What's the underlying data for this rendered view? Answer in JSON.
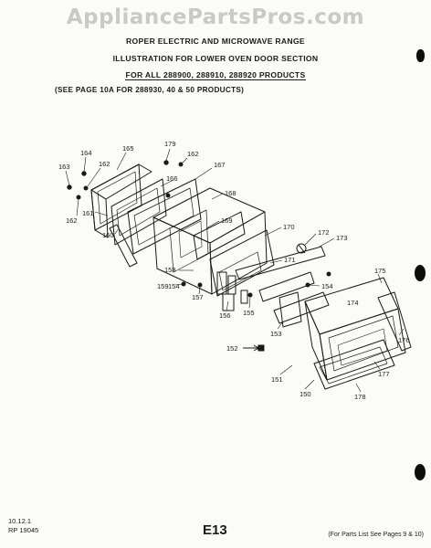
{
  "watermark": "AppliancePartsPros.com",
  "header": {
    "line1": "ROPER ELECTRIC AND MICROWAVE RANGE",
    "line2": "ILLUSTRATION FOR LOWER OVEN DOOR SECTION",
    "line3": "FOR ALL 288900, 288910, 288920 PRODUCTS",
    "line4": "(SEE PAGE 10A FOR 288930, 40 & 50 PRODUCTS)"
  },
  "footer": {
    "date": "10.12.1",
    "code": "RP 19045",
    "page": "E13",
    "note": "(For Parts List See Pages 9 & 10)"
  },
  "parts": {
    "p163": "163",
    "p164": "164",
    "p162a": "162",
    "p165": "165",
    "p179": "179",
    "p162b": "162",
    "p167": "167",
    "p166": "166",
    "p161": "161",
    "p162c": "162",
    "p168": "168",
    "p160": "160",
    "p169": "169",
    "p170": "170",
    "p172": "172",
    "p173": "173",
    "p171": "171",
    "p158": "158",
    "p159": "159",
    "p154a": "154",
    "p157": "157",
    "p156": "156",
    "p155": "155",
    "p154b": "154",
    "p175": "175",
    "p174": "174",
    "p153": "153",
    "p176": "176",
    "p152": "152",
    "p177": "177",
    "p151": "151",
    "p150": "150",
    "p178": "178"
  }
}
